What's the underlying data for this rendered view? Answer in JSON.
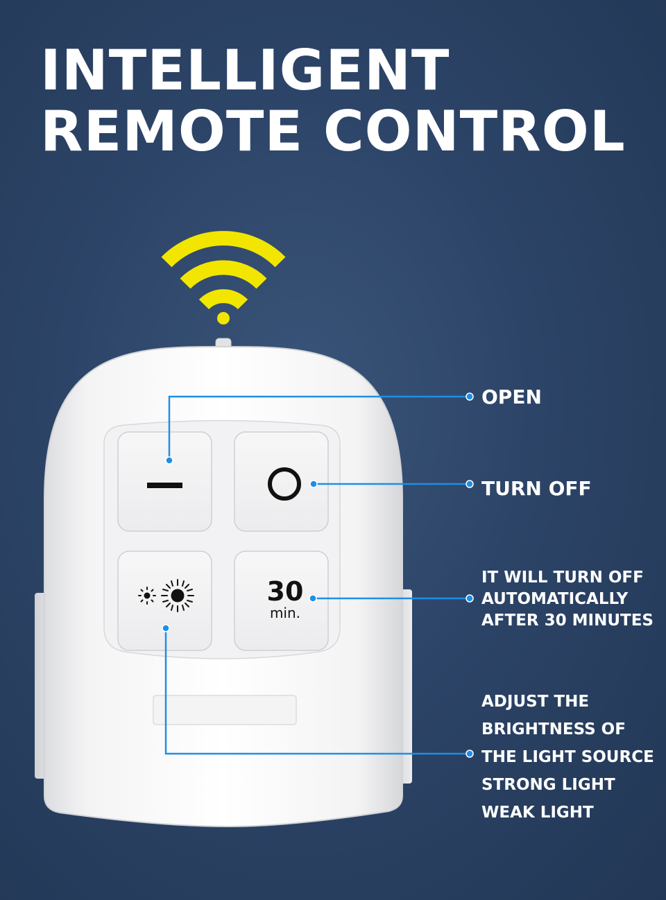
{
  "headline": {
    "line1": "INTELLIGENT",
    "line2": "REMOTE CONTROL"
  },
  "remote": {
    "buttons": [
      {
        "id": "open",
        "icon": "dash-icon"
      },
      {
        "id": "off",
        "icon": "circle-icon"
      },
      {
        "id": "brightness",
        "icon": "sun-icon"
      },
      {
        "id": "timer",
        "icon_text": "30",
        "icon_subtext": "min."
      }
    ],
    "signal_icon": "wifi-icon"
  },
  "callouts": {
    "open": "OPEN",
    "turn_off": "TURN OFF",
    "timer": [
      "IT WILL TURN OFF",
      "AUTOMATICALLY",
      "AFTER 30 MINUTES"
    ],
    "brightness": [
      "ADJUST THE",
      "BRIGHTNESS OF",
      "THE LIGHT SOURCE",
      "STRONG LIGHT",
      "WEAK LIGHT"
    ]
  },
  "colors": {
    "background": "#2c4467",
    "signal": "#f2e600",
    "callout_line": "#1d8fe6",
    "text": "#ffffff"
  }
}
